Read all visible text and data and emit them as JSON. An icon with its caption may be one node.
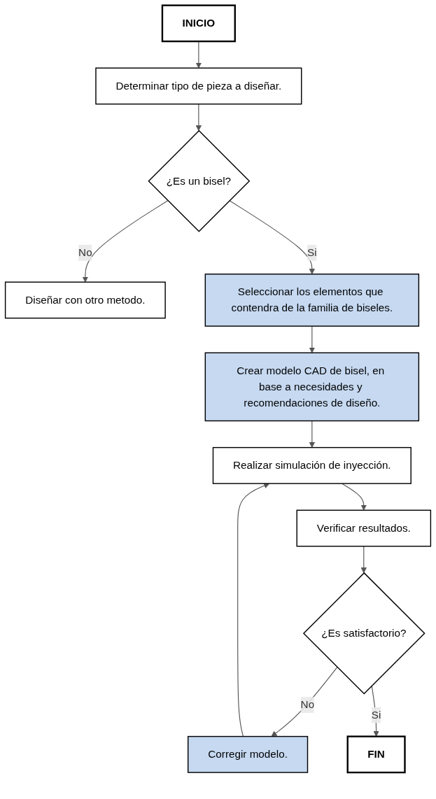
{
  "diagram": {
    "nodes": [
      {
        "text": [
          "INICIO"
        ]
      },
      {
        "text": [
          "Determinar tipo de pieza a diseñar."
        ]
      },
      {
        "text": [
          "¿Es un bisel?"
        ]
      },
      {
        "text": [
          "Diseñar con otro metodo."
        ]
      },
      {
        "text": [
          "Seleccionar los elementos que contendra de la familia de biseles."
        ]
      },
      {
        "text": [
          "Crear modelo CAD de bisel, en base a necesidades y recomendaciones de diseño."
        ]
      },
      {
        "text": [
          "Realizar simulación de inyección."
        ]
      },
      {
        "text": [
          "Verificar resultados."
        ]
      },
      {
        "text": [
          "¿Es satisfactorio?"
        ]
      },
      {
        "text": [
          "Corregir modelo."
        ]
      },
      {
        "text": [
          "FIN"
        ]
      }
    ],
    "edges": [
      {
        "from": 0,
        "to": 1,
        "arrow": "to"
      },
      {
        "from": 1,
        "to": 2,
        "arrow": "to"
      },
      {
        "from": 2,
        "to": 3,
        "arrow": "to",
        "label": "No"
      },
      {
        "from": 2,
        "to": 4,
        "arrow": "to",
        "label": "Si"
      },
      {
        "from": 4,
        "to": 5,
        "arrow": "to"
      },
      {
        "from": 5,
        "to": 6,
        "arrow": "to"
      },
      {
        "from": 6,
        "to": 7,
        "arrow": "to"
      },
      {
        "from": 7,
        "to": 8,
        "arrow": "to"
      },
      {
        "from": 8,
        "to": 9,
        "arrow": "to",
        "label": "No"
      },
      {
        "from": 9,
        "to": 6,
        "arrow": "to"
      },
      {
        "from": 8,
        "to": 10,
        "arrow": "to",
        "label": "Si"
      }
    ]
  }
}
